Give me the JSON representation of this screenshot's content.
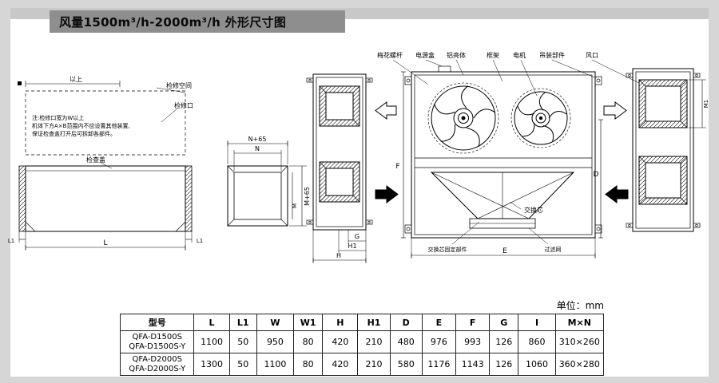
{
  "page": {
    "title": "风量1500m³/h-2000m³/h 外形尺寸图",
    "unit_label": "单位：mm"
  },
  "drawing": {
    "callouts": [
      "梅花螺杆",
      "电源盒",
      "铝亮体",
      "框架",
      "电机",
      "吊装部件",
      "风口"
    ],
    "left_view": {
      "above": "以上",
      "service_space": "检修空间",
      "access_port": "检修口",
      "note1": "注:检修口宽为W以上",
      "note2": "机体下方A×B范围内不应设置其他装置,",
      "note3": "保证检查盖打开后可拆卸各部件。",
      "cover": "检查盖",
      "dim_l": "L",
      "dim_l1_left": "L1",
      "dim_l1_right": "L1"
    },
    "section_view": {
      "dim_n65": "N+65",
      "dim_n": "N",
      "dim_m65": "M+65",
      "dim_m": "M"
    },
    "side_view": {
      "dim_g": "G",
      "dim_h1": "H1",
      "dim_h": "H"
    },
    "front_view": {
      "dim_f": "F",
      "dim_d": "D",
      "dim_e": "E",
      "core": "交换芯",
      "core_fixing": "交换芯固定部件",
      "filter": "过滤网"
    },
    "right_view": {
      "dim_m1": "M1"
    }
  },
  "table": {
    "headers": [
      "型号",
      "L",
      "L1",
      "W",
      "W1",
      "H",
      "H1",
      "D",
      "E",
      "F",
      "G",
      "I",
      "M×N"
    ],
    "rows": [
      {
        "model": [
          "QFA-D1500S",
          "QFA-D1500S-Y"
        ],
        "values": [
          "1100",
          "50",
          "950",
          "80",
          "420",
          "210",
          "480",
          "976",
          "993",
          "126",
          "860",
          "310×260"
        ]
      },
      {
        "model": [
          "QFA-D2000S",
          "QFA-D2000S-Y"
        ],
        "values": [
          "1300",
          "50",
          "1100",
          "80",
          "420",
          "210",
          "580",
          "1176",
          "1143",
          "126",
          "1060",
          "360×280"
        ]
      }
    ]
  }
}
